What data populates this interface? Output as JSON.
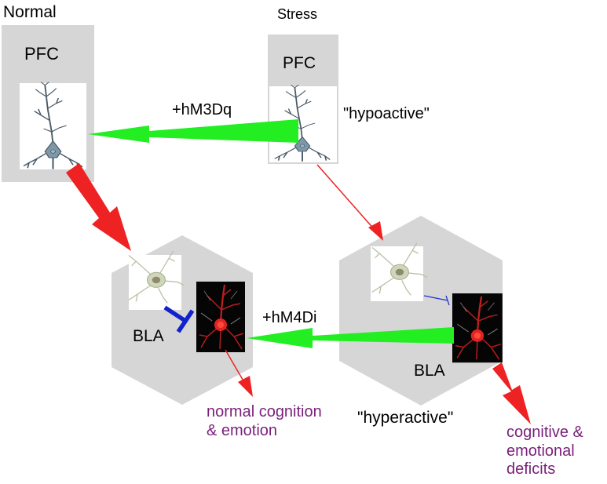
{
  "labels": {
    "normal": "Normal",
    "stress": "Stress",
    "pfc_normal": "PFC",
    "pfc_stress": "PFC",
    "hm3dq": "+hM3Dq",
    "hypoactive": "\"hypoactive\"",
    "hm4di": "+hM4Di",
    "bla_normal": "BLA",
    "bla_stress": "BLA",
    "hyperactive": "\"hyperactive\"",
    "normal_outcome": "normal cognition & emotion",
    "deficit_outcome": "cognitive & emotional deficits"
  },
  "colors": {
    "region_box": "#d6d6d6",
    "red_arrow": "#ee2222",
    "green_arrow": "#22ee22",
    "inhibition": "#1122cc",
    "outcome_text": "#7a1f7a",
    "neuron_blue": "#7d98a8",
    "neuron_red": "#d81f1f"
  },
  "icons": {
    "pyramidal_neuron_blue": "pyramidal-neuron-icon",
    "interneuron": "interneuron-icon",
    "projection_neuron_red": "projection-neuron-icon"
  }
}
